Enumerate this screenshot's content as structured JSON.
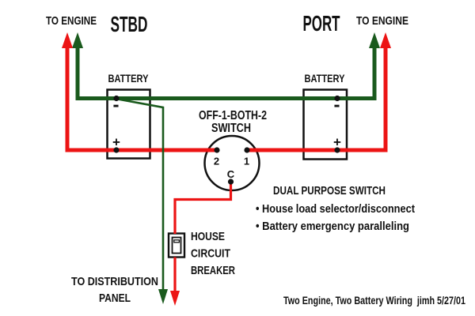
{
  "colors": {
    "wire_red": "#ec1414",
    "wire_green": "#1a5a1d",
    "ink": "#111111"
  },
  "engine_stbd": {
    "to_engine": "TO ENGINE",
    "side": "STBD"
  },
  "engine_port": {
    "side": "PORT",
    "to_engine": "TO ENGINE"
  },
  "battery_stbd": {
    "label": "BATTERY",
    "minus": "-",
    "plus": "+"
  },
  "battery_port": {
    "label": "BATTERY",
    "minus": "-",
    "plus": "+"
  },
  "switch": {
    "title_line1": "OFF-1-BOTH-2",
    "title_line2": "SWITCH",
    "terminal_2": "2",
    "terminal_1": "1",
    "terminal_c": "C"
  },
  "notes": {
    "title": "DUAL PURPOSE SWITCH",
    "bullet_1": "• House load selector/disconnect",
    "bullet_2": "• Battery emergency paralleling"
  },
  "breaker": {
    "line1": "HOUSE",
    "line2": "CIRCUIT",
    "line3": "BREAKER"
  },
  "distribution": {
    "line1": "TO DISTRIBUTION",
    "line2": "PANEL"
  },
  "caption": "Two Engine, Two Battery Wiring  jimh 5/27/01"
}
